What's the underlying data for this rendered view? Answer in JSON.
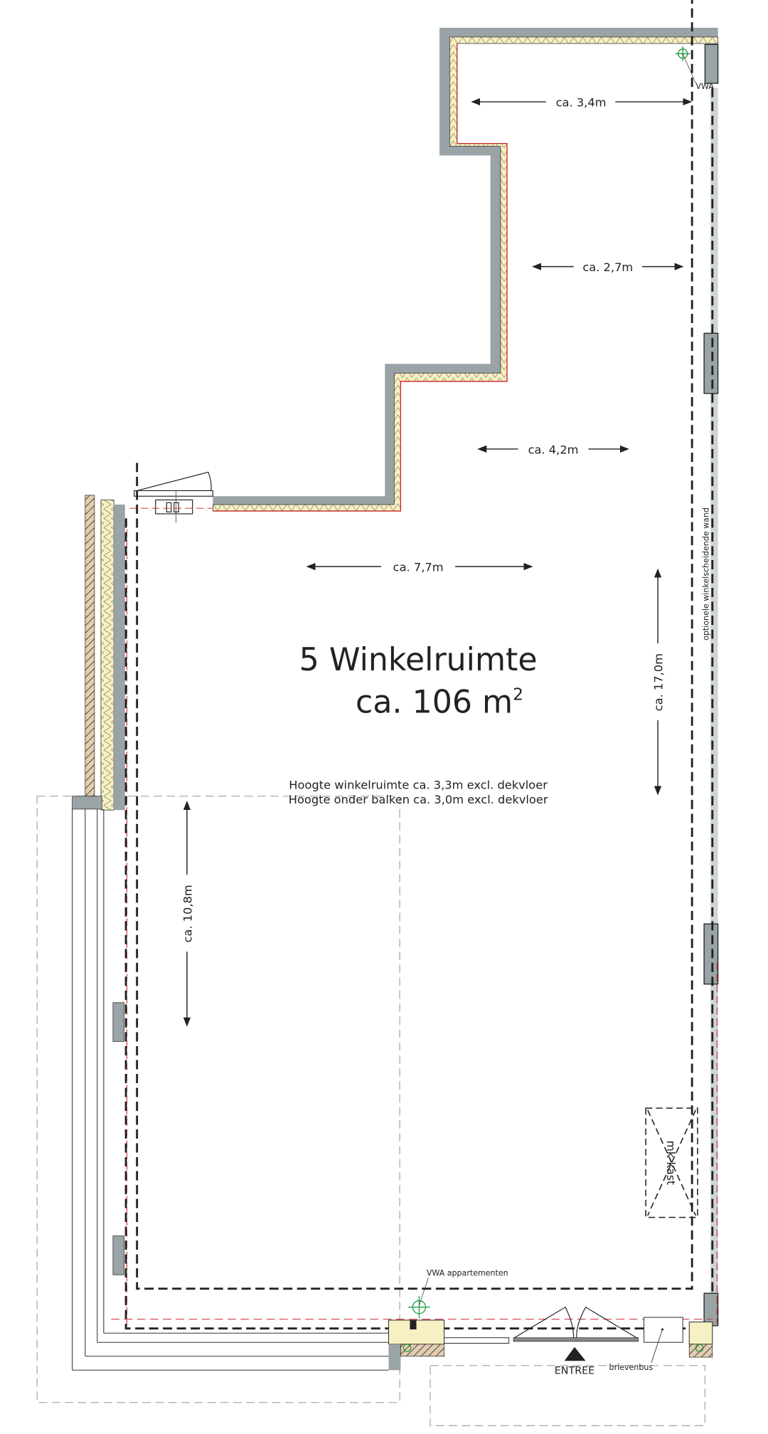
{
  "room": {
    "number_name": "5 Winkelruimte",
    "area": "ca. 106 m",
    "area_sup": "2",
    "notes": [
      "Hoogte winkelruimte ca. 3,3m excl. dekvloer",
      "Hoogte onder balken ca. 3,0m excl. dekvloer"
    ]
  },
  "dimensions": {
    "top_width": "ca. 3,4m",
    "upper_width": "ca. 2,7m",
    "middle_width": "ca. 4,2m",
    "main_width": "ca. 7,7m",
    "right_length": "ca. 17,0m",
    "left_length": "ca. 10,8m"
  },
  "labels": {
    "vwa_top": "VWA",
    "optional_wall": "optionele winkelscheidende wand",
    "meter_cupboard": "mk-kast",
    "vwa_apartments": "VWA appartementen",
    "entrance": "ENTREE",
    "mailbox": "brievenbus"
  },
  "colors": {
    "wall_gray": "#9aa3a6",
    "light_gray": "#cfd4d6",
    "insulation": "#f7f0c2",
    "brick": "#e3cdb0",
    "red_line": "#d23a4a",
    "vwa_green": "#1a9a3a"
  }
}
